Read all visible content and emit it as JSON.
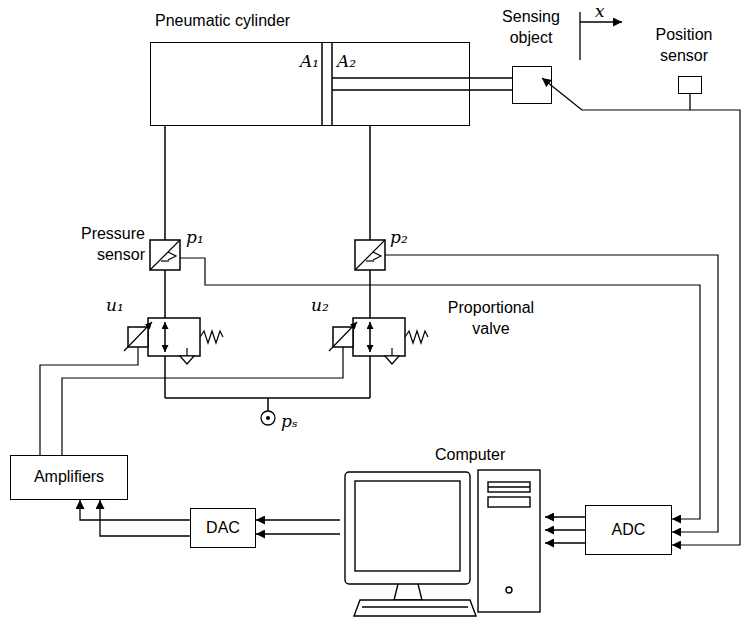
{
  "diagram": {
    "nodes": [
      {
        "text": [
          "Pneumatic cylinder"
        ]
      },
      {
        "text": [
          "Sensing object"
        ]
      },
      {
        "text": [
          "Position sensor"
        ]
      },
      {
        "text": [
          "Amplifiers"
        ]
      },
      {
        "text": [
          "DAC"
        ]
      },
      {
        "text": [
          "Computer"
        ]
      },
      {
        "text": [
          "ADC"
        ]
      }
    ],
    "edges": [
      {
        "from": 4,
        "to": 3,
        "arrow": "to"
      },
      {
        "from": 4,
        "to": 3,
        "arrow": "to"
      },
      {
        "from": 5,
        "to": 4,
        "arrow": "to"
      },
      {
        "from": 5,
        "to": 4,
        "arrow": "to"
      },
      {
        "from": 6,
        "to": 5,
        "arrow": "to"
      },
      {
        "from": 6,
        "to": 5,
        "arrow": "to"
      },
      {
        "from": 6,
        "to": 5,
        "arrow": "to"
      }
    ],
    "labels": [
      "A₁",
      "A₂",
      "x",
      "Pressure sensor",
      "p₁",
      "p₂",
      "Proportional valve",
      "u₁",
      "u₂",
      "pₛ"
    ]
  }
}
